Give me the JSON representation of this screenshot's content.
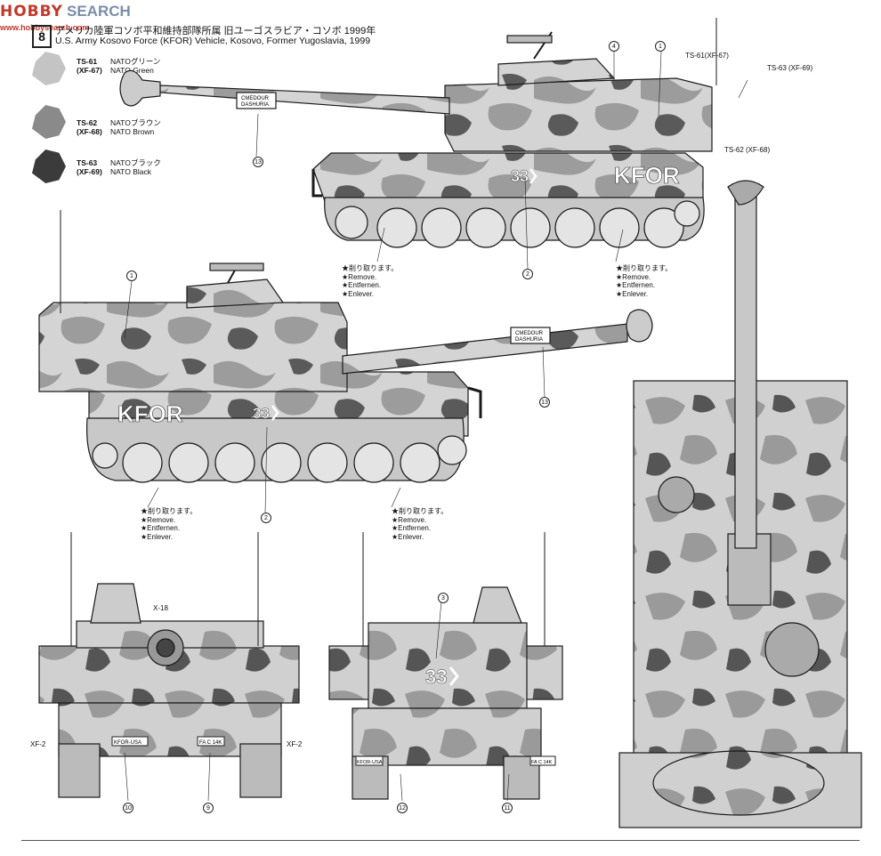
{
  "watermark": {
    "logo": "HOBBY",
    "text": "SEARCH",
    "site": "www.hobbysearch.com"
  },
  "step_number": "8",
  "title": {
    "jp": "アメリカ陸軍コソボ平和維持部隊所属 旧ユーゴスラビア・コソボ 1999年",
    "en": "U.S. Army Kosovo Force (KFOR) Vehicle, Kosovo, Former Yugoslavia, 1999"
  },
  "paints": [
    {
      "code": "TS-61",
      "alt": "(XF-67)",
      "jp": "NATOグリーン",
      "en": "NATO Green",
      "color": "#c4c4c4"
    },
    {
      "code": "TS-62",
      "alt": "(XF-68)",
      "jp": "NATOブラウン",
      "en": "NATO Brown",
      "color": "#8a8a8a"
    },
    {
      "code": "TS-63",
      "alt": "(XF-69)",
      "jp": "NATOブラック",
      "en": "NATO Black",
      "color": "#3b3b3b"
    }
  ],
  "callouts": {
    "ts61": "TS-61(XF-67)",
    "ts63": "TS-63 (XF-69)",
    "ts62": "TS-62 (XF-68)",
    "x18": "X-18",
    "xf2_left": "XF-2",
    "xf2_right": "XF-2"
  },
  "remove_note": {
    "jp": "★削り取ります。",
    "en1": "★Remove.",
    "en2": "★Entfernen.",
    "en3": "★Enlever."
  },
  "decals": {
    "kfor": "KFOR",
    "number": "33",
    "barrel_plate1": "CMEDOUR",
    "barrel_plate2": "DASHURIA",
    "plate_left": "KFOR-USA",
    "plate_right": "FA C 14K"
  },
  "markers": [
    "1",
    "2",
    "3",
    "4",
    "9",
    "10",
    "11",
    "12",
    "13"
  ],
  "colors": {
    "camo_light": "#d2d2d2",
    "camo_mid": "#9a9a9a",
    "camo_dark": "#4a4a4a",
    "line": "#1a1a1a"
  }
}
